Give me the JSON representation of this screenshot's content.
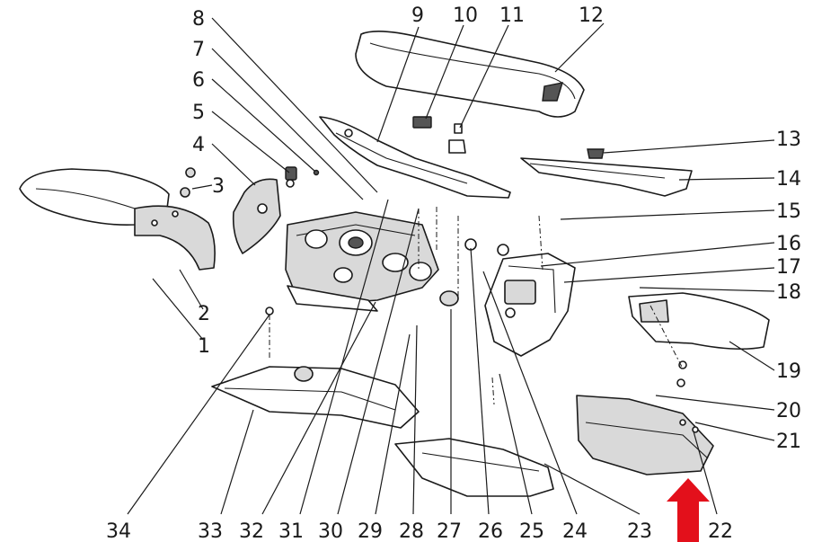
{
  "callouts": [
    "1",
    "2",
    "3",
    "4",
    "5",
    "6",
    "7",
    "8",
    "9",
    "10",
    "11",
    "12",
    "13",
    "14",
    "15",
    "16",
    "17",
    "18",
    "19",
    "20",
    "21",
    "22",
    "23",
    "24",
    "25",
    "26",
    "27",
    "28",
    "29",
    "30",
    "31",
    "32",
    "33",
    "34"
  ],
  "colors": {
    "ink": "#1a1a1a",
    "shade": "#d9d9d9",
    "arrow": "#e3101b",
    "background": "#ffffff"
  },
  "highlight": {
    "target_callout": "22",
    "marker": "red-arrow-up"
  }
}
